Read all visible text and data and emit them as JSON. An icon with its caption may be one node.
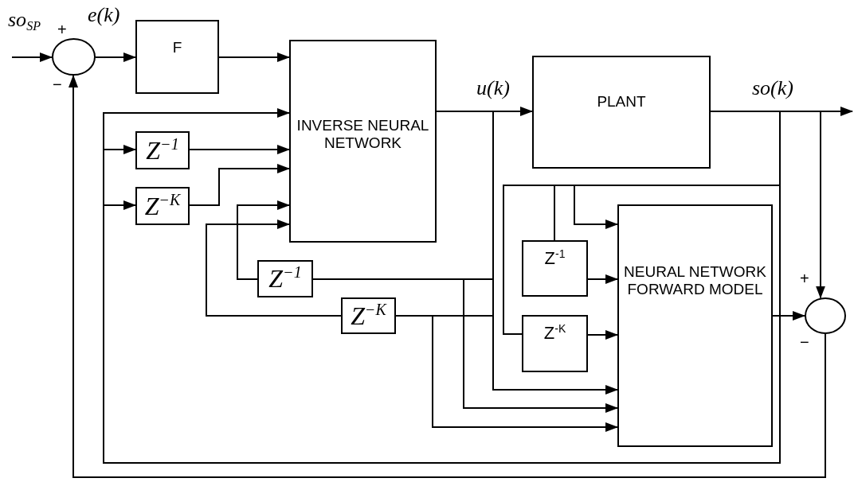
{
  "diagram": {
    "nodes": [
      {
        "text": [],
        "shape": "circle"
      },
      {
        "text": [
          "F"
        ]
      },
      {
        "text": [
          "INVERSE NEURAL NETWORK"
        ]
      },
      {
        "text": [
          "PLANT"
        ]
      },
      {
        "text": [
          "*Z*$^{−1}$"
        ]
      },
      {
        "text": [
          "*Z*$^{−K}$"
        ]
      },
      {
        "text": [
          "*Z*$^{−1}$"
        ]
      },
      {
        "text": [
          "*Z*$^{−K}$"
        ]
      },
      {
        "text": [
          "NEURAL NETWORK FORWARD MODEL"
        ]
      },
      {
        "text": [
          "Z$^{-1}$"
        ]
      },
      {
        "text": [
          "Z$^{-K}$"
        ]
      },
      {
        "text": [],
        "shape": "circle"
      }
    ],
    "edges": [
      {
        "from": null,
        "to": 0,
        "arrow": "to",
        "label": "so$_{SP}$"
      },
      {
        "from": 0,
        "to": 1,
        "arrow": "to",
        "label": "e(k)"
      },
      {
        "from": 1,
        "to": 2,
        "arrow": "to"
      },
      {
        "from": 2,
        "to": 3,
        "arrow": "to",
        "label": "u(k)"
      },
      {
        "from": 3,
        "to": null,
        "arrow": "to",
        "label": "so(k)"
      },
      {
        "from": 3,
        "to": 2,
        "arrow": "to"
      },
      {
        "from": 3,
        "to": 4,
        "arrow": "to"
      },
      {
        "from": 3,
        "to": 5,
        "arrow": "to"
      },
      {
        "from": 4,
        "to": 2,
        "arrow": "to"
      },
      {
        "from": 5,
        "to": 2,
        "arrow": "to"
      },
      {
        "from": 2,
        "to": 6,
        "arrow": "none"
      },
      {
        "from": 2,
        "to": 7,
        "arrow": "none"
      },
      {
        "from": 6,
        "to": 2,
        "arrow": "to"
      },
      {
        "from": 7,
        "to": 2,
        "arrow": "to"
      },
      {
        "from": 2,
        "to": 8,
        "arrow": "to"
      },
      {
        "from": 2,
        "to": 8,
        "arrow": "to"
      },
      {
        "from": 2,
        "to": 8,
        "arrow": "to"
      },
      {
        "from": 3,
        "to": 8,
        "arrow": "to"
      },
      {
        "from": 3,
        "to": 9,
        "arrow": "none"
      },
      {
        "from": 3,
        "to": 10,
        "arrow": "none"
      },
      {
        "from": 9,
        "to": 8,
        "arrow": "to"
      },
      {
        "from": 10,
        "to": 8,
        "arrow": "to"
      },
      {
        "from": 3,
        "to": 11,
        "arrow": "to"
      },
      {
        "from": 8,
        "to": 11,
        "arrow": "to"
      },
      {
        "from": 11,
        "to": 0,
        "arrow": "to"
      }
    ],
    "labels": [
      "+",
      "−",
      "+",
      "−"
    ]
  }
}
